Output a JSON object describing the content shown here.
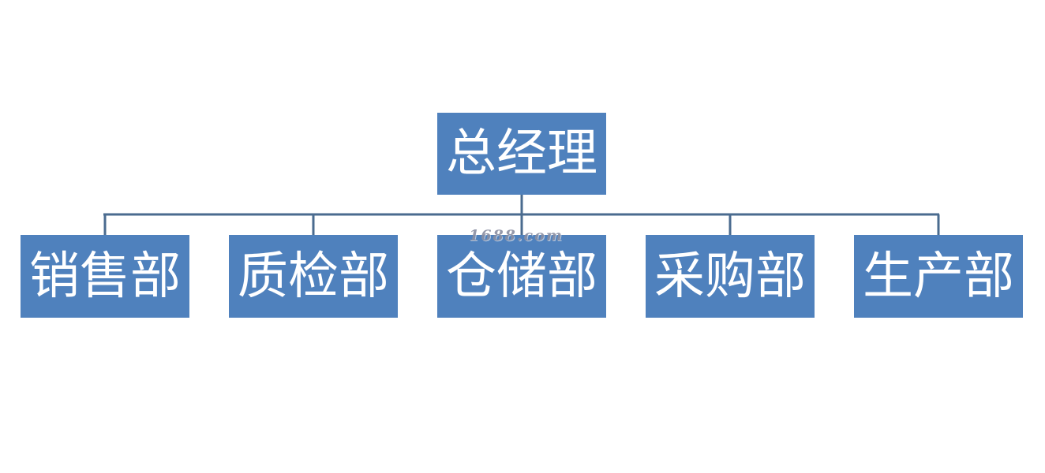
{
  "org_chart": {
    "root": {
      "label": "总经理"
    },
    "departments": [
      {
        "label": "销售部"
      },
      {
        "label": "质检部"
      },
      {
        "label": "仓储部"
      },
      {
        "label": "采购部"
      },
      {
        "label": "生产部"
      }
    ]
  },
  "watermark": "1688.com",
  "colors": {
    "box_fill": "#4f81bd",
    "connector": "#4a6b8f",
    "text": "#ffffff",
    "background": "#ffffff"
  }
}
